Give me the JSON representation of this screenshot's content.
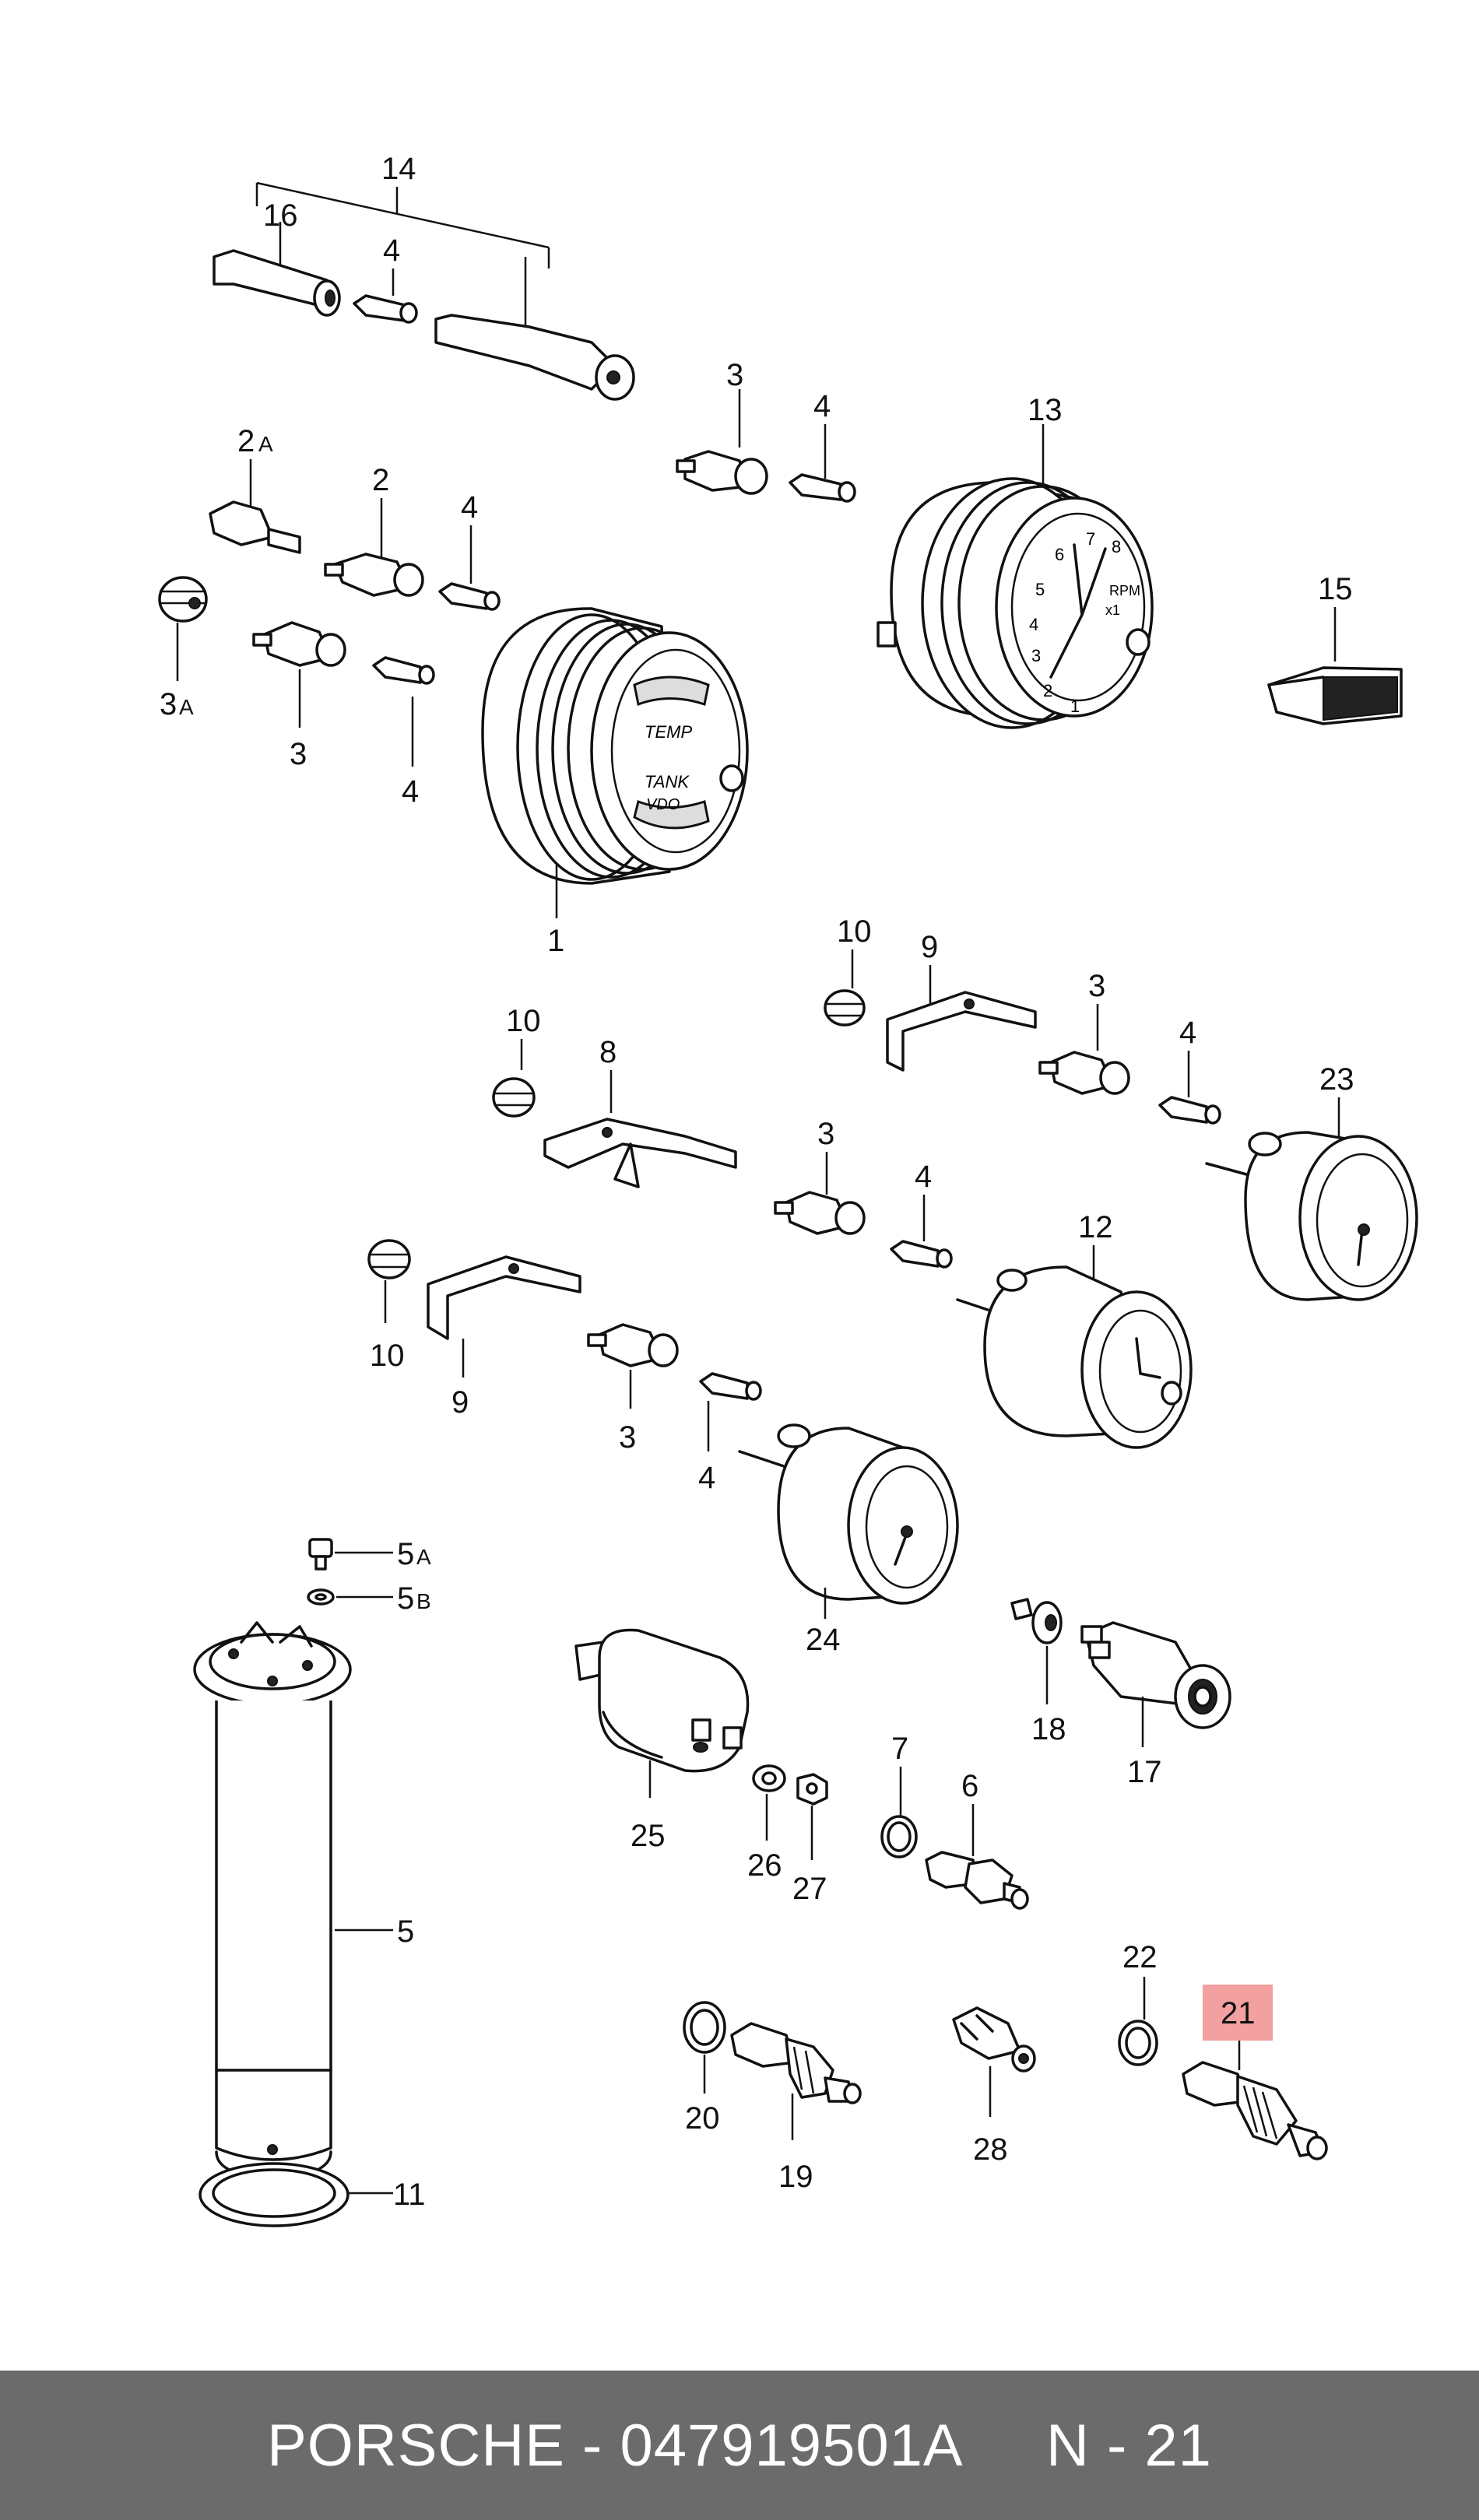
{
  "callouts": {
    "c14": "14",
    "c16": "16",
    "c4a": "4",
    "c3a": "3",
    "c4b": "4",
    "c13": "13",
    "c2a_num": "2",
    "c2a_sub": "A",
    "c2": "2",
    "c4c": "4",
    "c15": "15",
    "c3a2_num": "3",
    "c3a2_sub": "A",
    "c3b": "3",
    "c4d": "4",
    "c1": "1",
    "c10a": "10",
    "c9a": "9",
    "c3c": "3",
    "c4e": "4",
    "c23": "23",
    "c10b": "10",
    "c8": "8",
    "c3d": "3",
    "c4f": "4",
    "c12": "12",
    "c10c": "10",
    "c9b": "9",
    "c3e": "3",
    "c4g": "4",
    "c24": "24",
    "c5a_num": "5",
    "c5a_sub": "A",
    "c5b_num": "5",
    "c5b_sub": "B",
    "c5": "5",
    "c11": "11",
    "c25": "25",
    "c26": "26",
    "c27": "27",
    "c7": "7",
    "c6": "6",
    "c18": "18",
    "c17": "17",
    "c22": "22",
    "c21": "21",
    "c20": "20",
    "c19": "19",
    "c28": "28"
  },
  "gauge1": {
    "line1": "TEMP",
    "line2": "TANK",
    "line3": "VDO"
  },
  "gauge13": {
    "rpm": "RPM",
    "x": "x1",
    "n1": "1",
    "n2": "2",
    "n3": "3",
    "n4": "4",
    "n5": "5",
    "n6": "6",
    "n7": "7",
    "n8": "8"
  },
  "highlight_color": "#f2a0a0",
  "footer": {
    "text": "PORSCHE - 047919501A     N - 21"
  }
}
